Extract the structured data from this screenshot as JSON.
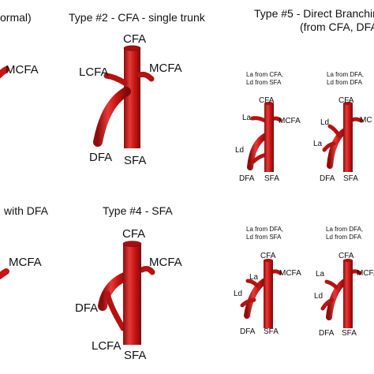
{
  "colors": {
    "vessel": "#c81414",
    "vessel_dark": "#8c0d0d",
    "vessel_light": "#e33a3a",
    "text": "#111111",
    "background": "#ffffff"
  },
  "panels": {
    "type1": {
      "heading": "ormal)",
      "labels": {
        "mcfa": "MCFA"
      }
    },
    "type2": {
      "heading": "Type #2 - CFA - single trunk",
      "labels": {
        "cfa": "CFA",
        "lcfa": "LCFA",
        "mcfa": "MCFA",
        "dfa": "DFA",
        "sfa": "SFA"
      }
    },
    "type3": {
      "heading": "with DFA",
      "labels": {
        "mcfa": "MCFA"
      }
    },
    "type4": {
      "heading": "Type #4 - SFA",
      "labels": {
        "cfa": "CFA",
        "mcfa": "MCFA",
        "dfa": "DFA",
        "lcfa": "LCFA",
        "sfa": "SFA"
      }
    },
    "type5": {
      "heading_line1": "Type #5 - Direct Branchin",
      "heading_line2": "(from CFA, DFA",
      "variants": [
        {
          "caption_line1": "La from CFA,",
          "caption_line2": "Ld from SFA",
          "labels": {
            "cfa": "CFA",
            "la": "La",
            "mcfa": "MCFA",
            "ld": "Ld",
            "dfa": "DFA",
            "sfa": "SFA"
          }
        },
        {
          "caption_line1": "La from DFA,",
          "caption_line2": "Ld from DFA",
          "labels": {
            "cfa": "CFA",
            "ld": "Ld",
            "mcfa": "MC",
            "la": "La",
            "dfa": "DFA",
            "sfa": "SFA"
          }
        },
        {
          "caption_line1": "La from DFA,",
          "caption_line2": "Ld from SFA",
          "labels": {
            "cfa": "CFA",
            "la": "La",
            "mcfa": "MCFA",
            "ld": "Ld",
            "dfa": "DFA",
            "sfa": "SFA"
          }
        },
        {
          "caption_line1": "La from DFA,",
          "caption_line2": "Ld from DFA",
          "labels": {
            "cfa": "CFA",
            "mcfa": "MCFA",
            "la": "La",
            "ld": "Ld",
            "dfa": "DFA",
            "sfa": "SFA"
          }
        }
      ]
    }
  }
}
